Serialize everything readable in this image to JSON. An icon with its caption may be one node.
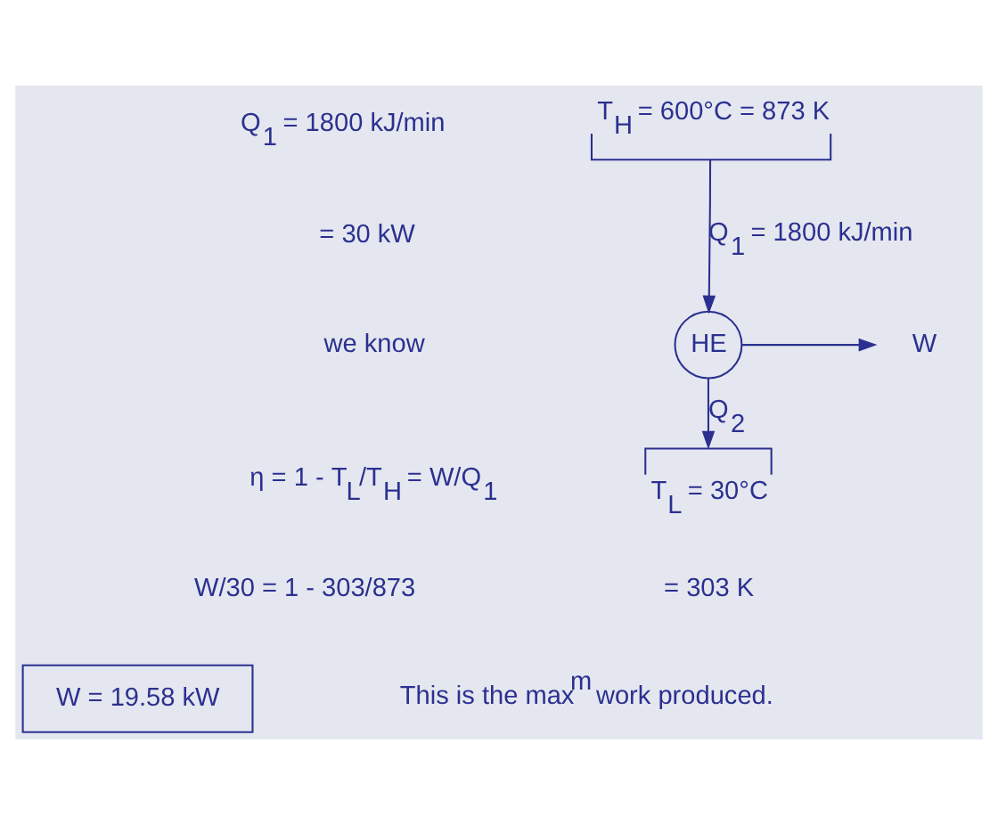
{
  "diagram": {
    "nodes": [
      {
        "text": [
          "T$_{H}$ = 600°C = 873 K"
        ]
      },
      {
        "text": [
          "HE"
        ]
      },
      {
        "text": [
          "T$_{L}$ = 30°C"
        ],
        "beside": [
          "= 303 K"
        ]
      },
      {
        "text": [
          "W"
        ]
      },
      {
        "text": [
          "W = 19.58 kW"
        ]
      }
    ],
    "edges": [
      {
        "from": 0,
        "to": 1,
        "arrow": "to",
        "label": "Q$_{1}$ = 1800 kJ/min"
      },
      {
        "from": 1,
        "to": 3,
        "arrow": "to"
      },
      {
        "from": 1,
        "to": 2,
        "arrow": "to",
        "label": "Q$_{2}$"
      }
    ],
    "labels": [
      "Q$_{1}$ = 1800 kJ/min",
      "= 30 kW",
      "we know",
      "η = 1 - T$_{L}$/T$_{H}$ = W/Q$_{1}$",
      "W/30 = 1 - 303/873",
      "This is the max$^{m}$ work produced."
    ]
  }
}
